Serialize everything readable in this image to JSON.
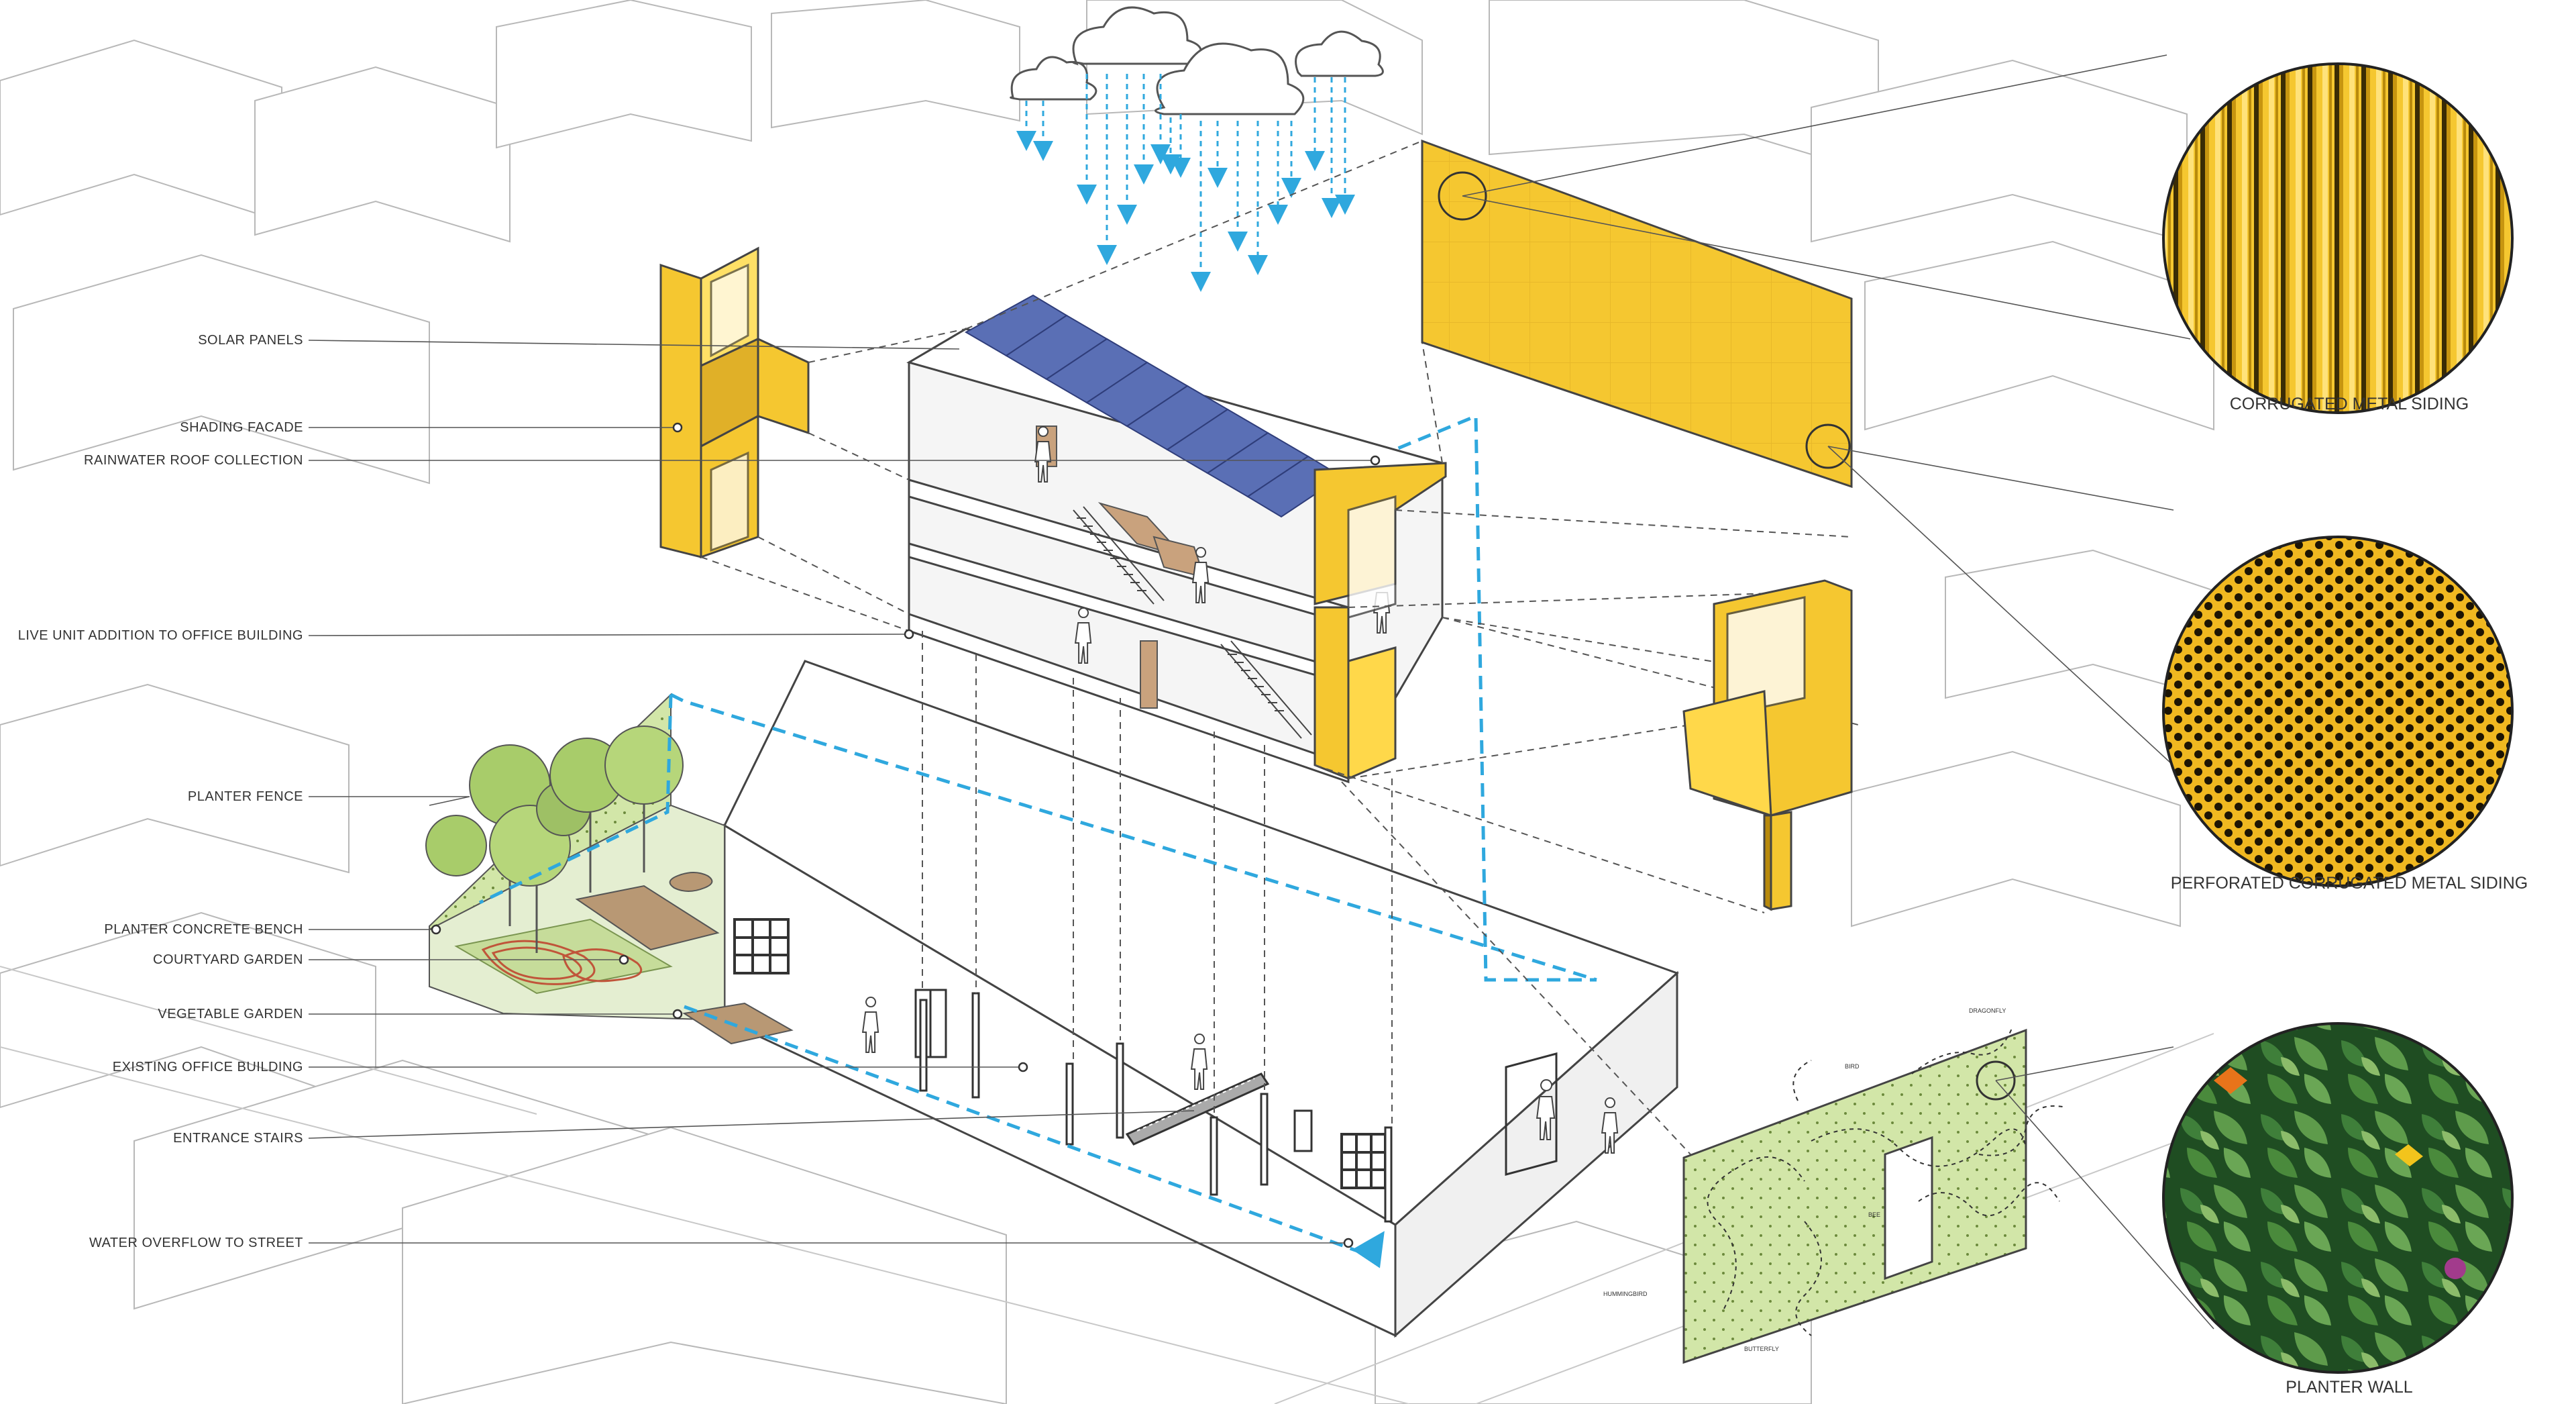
{
  "left_labels": [
    {
      "id": "solar",
      "text": "SOLAR PANELS"
    },
    {
      "id": "shading",
      "text": "SHADING FACADE"
    },
    {
      "id": "rainwater",
      "text": "RAINWATER ROOF COLLECTION"
    },
    {
      "id": "liveunit",
      "text": "LIVE UNIT ADDITION TO OFFICE BUILDING"
    },
    {
      "id": "fence",
      "text": "PLANTER FENCE"
    },
    {
      "id": "bench",
      "text": "PLANTER CONCRETE BENCH"
    },
    {
      "id": "courtyard",
      "text": "COURTYARD GARDEN"
    },
    {
      "id": "vegetable",
      "text": "VEGETABLE GARDEN"
    },
    {
      "id": "existing",
      "text": "EXISTING OFFICE BUILDING"
    },
    {
      "id": "stairs",
      "text": "ENTRANCE STAIRS"
    },
    {
      "id": "overflow",
      "text": "WATER OVERFLOW TO STREET"
    }
  ],
  "materials": [
    {
      "id": "corrugated",
      "text": "CORRUGATED METAL SIDING"
    },
    {
      "id": "perforated",
      "text": "PERFORATED CORRUGATED METAL SIDING"
    },
    {
      "id": "planter",
      "text": "PLANTER WALL"
    }
  ],
  "wildlife": [
    {
      "id": "dragonfly",
      "text": "DRAGONFLY"
    },
    {
      "id": "bird",
      "text": "BIRD"
    },
    {
      "id": "bee",
      "text": "BEE"
    },
    {
      "id": "hummingbird",
      "text": "HUMMINGBIRD"
    },
    {
      "id": "butterfly",
      "text": "BUTTERFLY"
    }
  ],
  "colors": {
    "accent_yellow": "#f5c730",
    "yellow_dark": "#d9a514",
    "water_blue": "#2fa8de",
    "green_light": "#c9dea0",
    "green_tree": "#a8cc6a",
    "solar_blue": "#5a6fb5",
    "line_gray": "#555555",
    "context_gray": "#b8b8b8"
  }
}
